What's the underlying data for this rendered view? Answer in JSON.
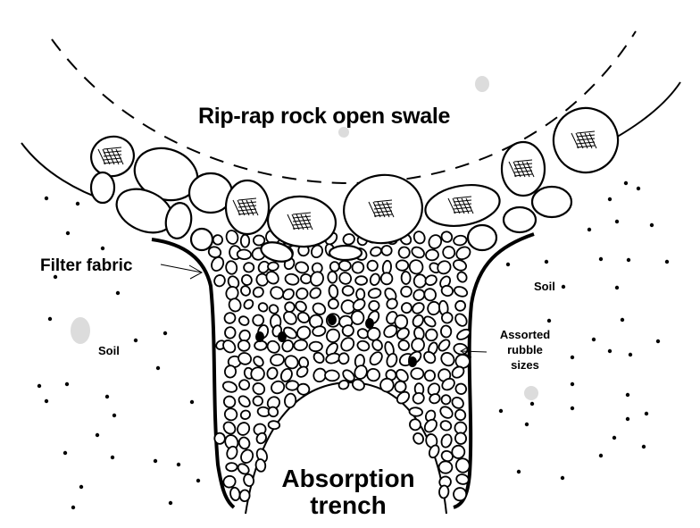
{
  "diagram": {
    "title": "Rip-rap rock open swale",
    "labels": {
      "filter_fabric": "Filter fabric",
      "soil_left": "Soil",
      "soil_right": "Soil",
      "assorted_rubble": [
        "Assorted",
        "rubble",
        "sizes"
      ],
      "absorption_trench": [
        "Absorption",
        "trench"
      ]
    },
    "components": [
      {
        "name": "swale-surface",
        "description": "dashed curve showing open swale surface"
      },
      {
        "name": "ground-line",
        "description": "solid curve showing ground surface"
      },
      {
        "name": "rip-rap-rocks",
        "description": "large rocks lining the swale"
      },
      {
        "name": "filter-fabric",
        "description": "heavy line lining trench walls"
      },
      {
        "name": "rubble-fill",
        "description": "assorted rubble filling trench"
      },
      {
        "name": "absorption-trench",
        "description": "open arch void below rubble"
      },
      {
        "name": "soil",
        "description": "dotted surrounding soil"
      }
    ],
    "colors": {
      "ink": "#000000",
      "background": "#ffffff",
      "smudge": "#dcdcdc"
    }
  }
}
